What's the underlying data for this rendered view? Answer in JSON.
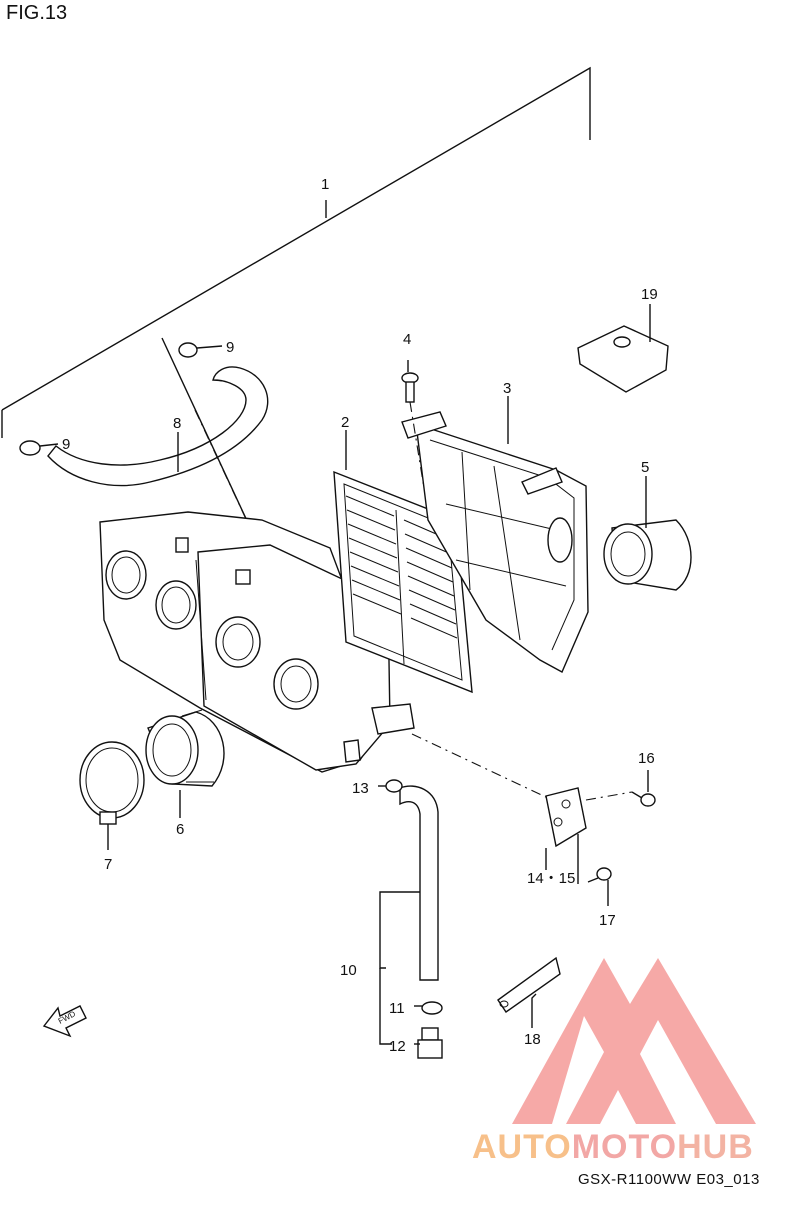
{
  "figure": {
    "title": "FIG.13",
    "model_code": "GSX-R1100WW  E03_013",
    "fwd_label": "FWD"
  },
  "watermark": {
    "word_auto": "AUTO",
    "word_moto": "MOTO",
    "word_hub": "HUB",
    "color_logo": "#f59a98",
    "color_auto": "#f7c08a",
    "color_moto": "#f2a7a5"
  },
  "callouts": [
    "1",
    "2",
    "3",
    "4",
    "5",
    "6",
    "7",
    "8",
    "9",
    "9",
    "10",
    "11",
    "12",
    "13",
    "14・15",
    "16",
    "17",
    "18",
    "19"
  ]
}
